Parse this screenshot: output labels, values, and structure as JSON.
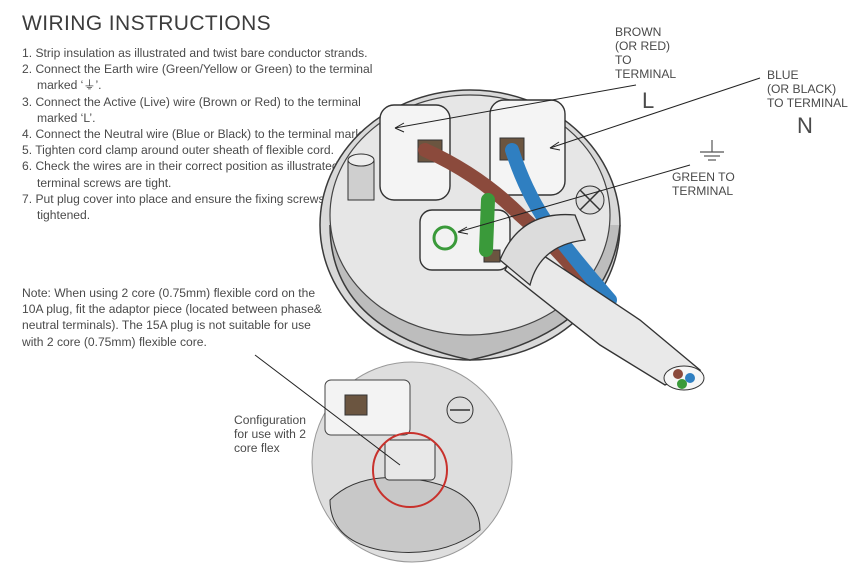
{
  "title": "WIRING INSTRUCTIONS",
  "steps": [
    "1. Strip insulation as illustrated and twist bare conductor strands.",
    "2. Connect the Earth wire (Green/Yellow or Green) to the terminal marked ‘⏚’.",
    "3. Connect the Active (Live) wire (Brown or Red) to the terminal marked ‘L’.",
    "4. Connect the Neutral wire (Blue or Black) to the terminal marked ‘N’.",
    "5. Tighten cord clamp around outer sheath of flexible cord.",
    "6. Check the wires are in their correct position as illustrated and the terminal screws are tight.",
    "7. Put plug cover into place and ensure the fixing screws are fully tightened."
  ],
  "note": "Note: When using 2 core (0.75mm) flexible cord on the 10A plug, fit the adaptor piece (located between phase& neutral terminals). The 15A plug is not suitable for use with 2 core (0.75mm) flexible core.",
  "labels": {
    "brown": [
      "BROWN",
      "(OR RED)",
      "TO",
      "TERMINAL"
    ],
    "brown_letter": "L",
    "blue": [
      "BLUE",
      "(OR BLACK)",
      "TO TERMINAL"
    ],
    "blue_letter": "N",
    "green": [
      "GREEN TO",
      "TERMINAL"
    ],
    "config": [
      "Configuration",
      "for use with 2",
      "core flex"
    ]
  },
  "colors": {
    "brown_wire": "#8b4a3c",
    "blue_wire": "#2f7fc1",
    "green_wire": "#3a9a3a",
    "highlight_circle": "#c8312c",
    "text": "#4a4a4a"
  }
}
